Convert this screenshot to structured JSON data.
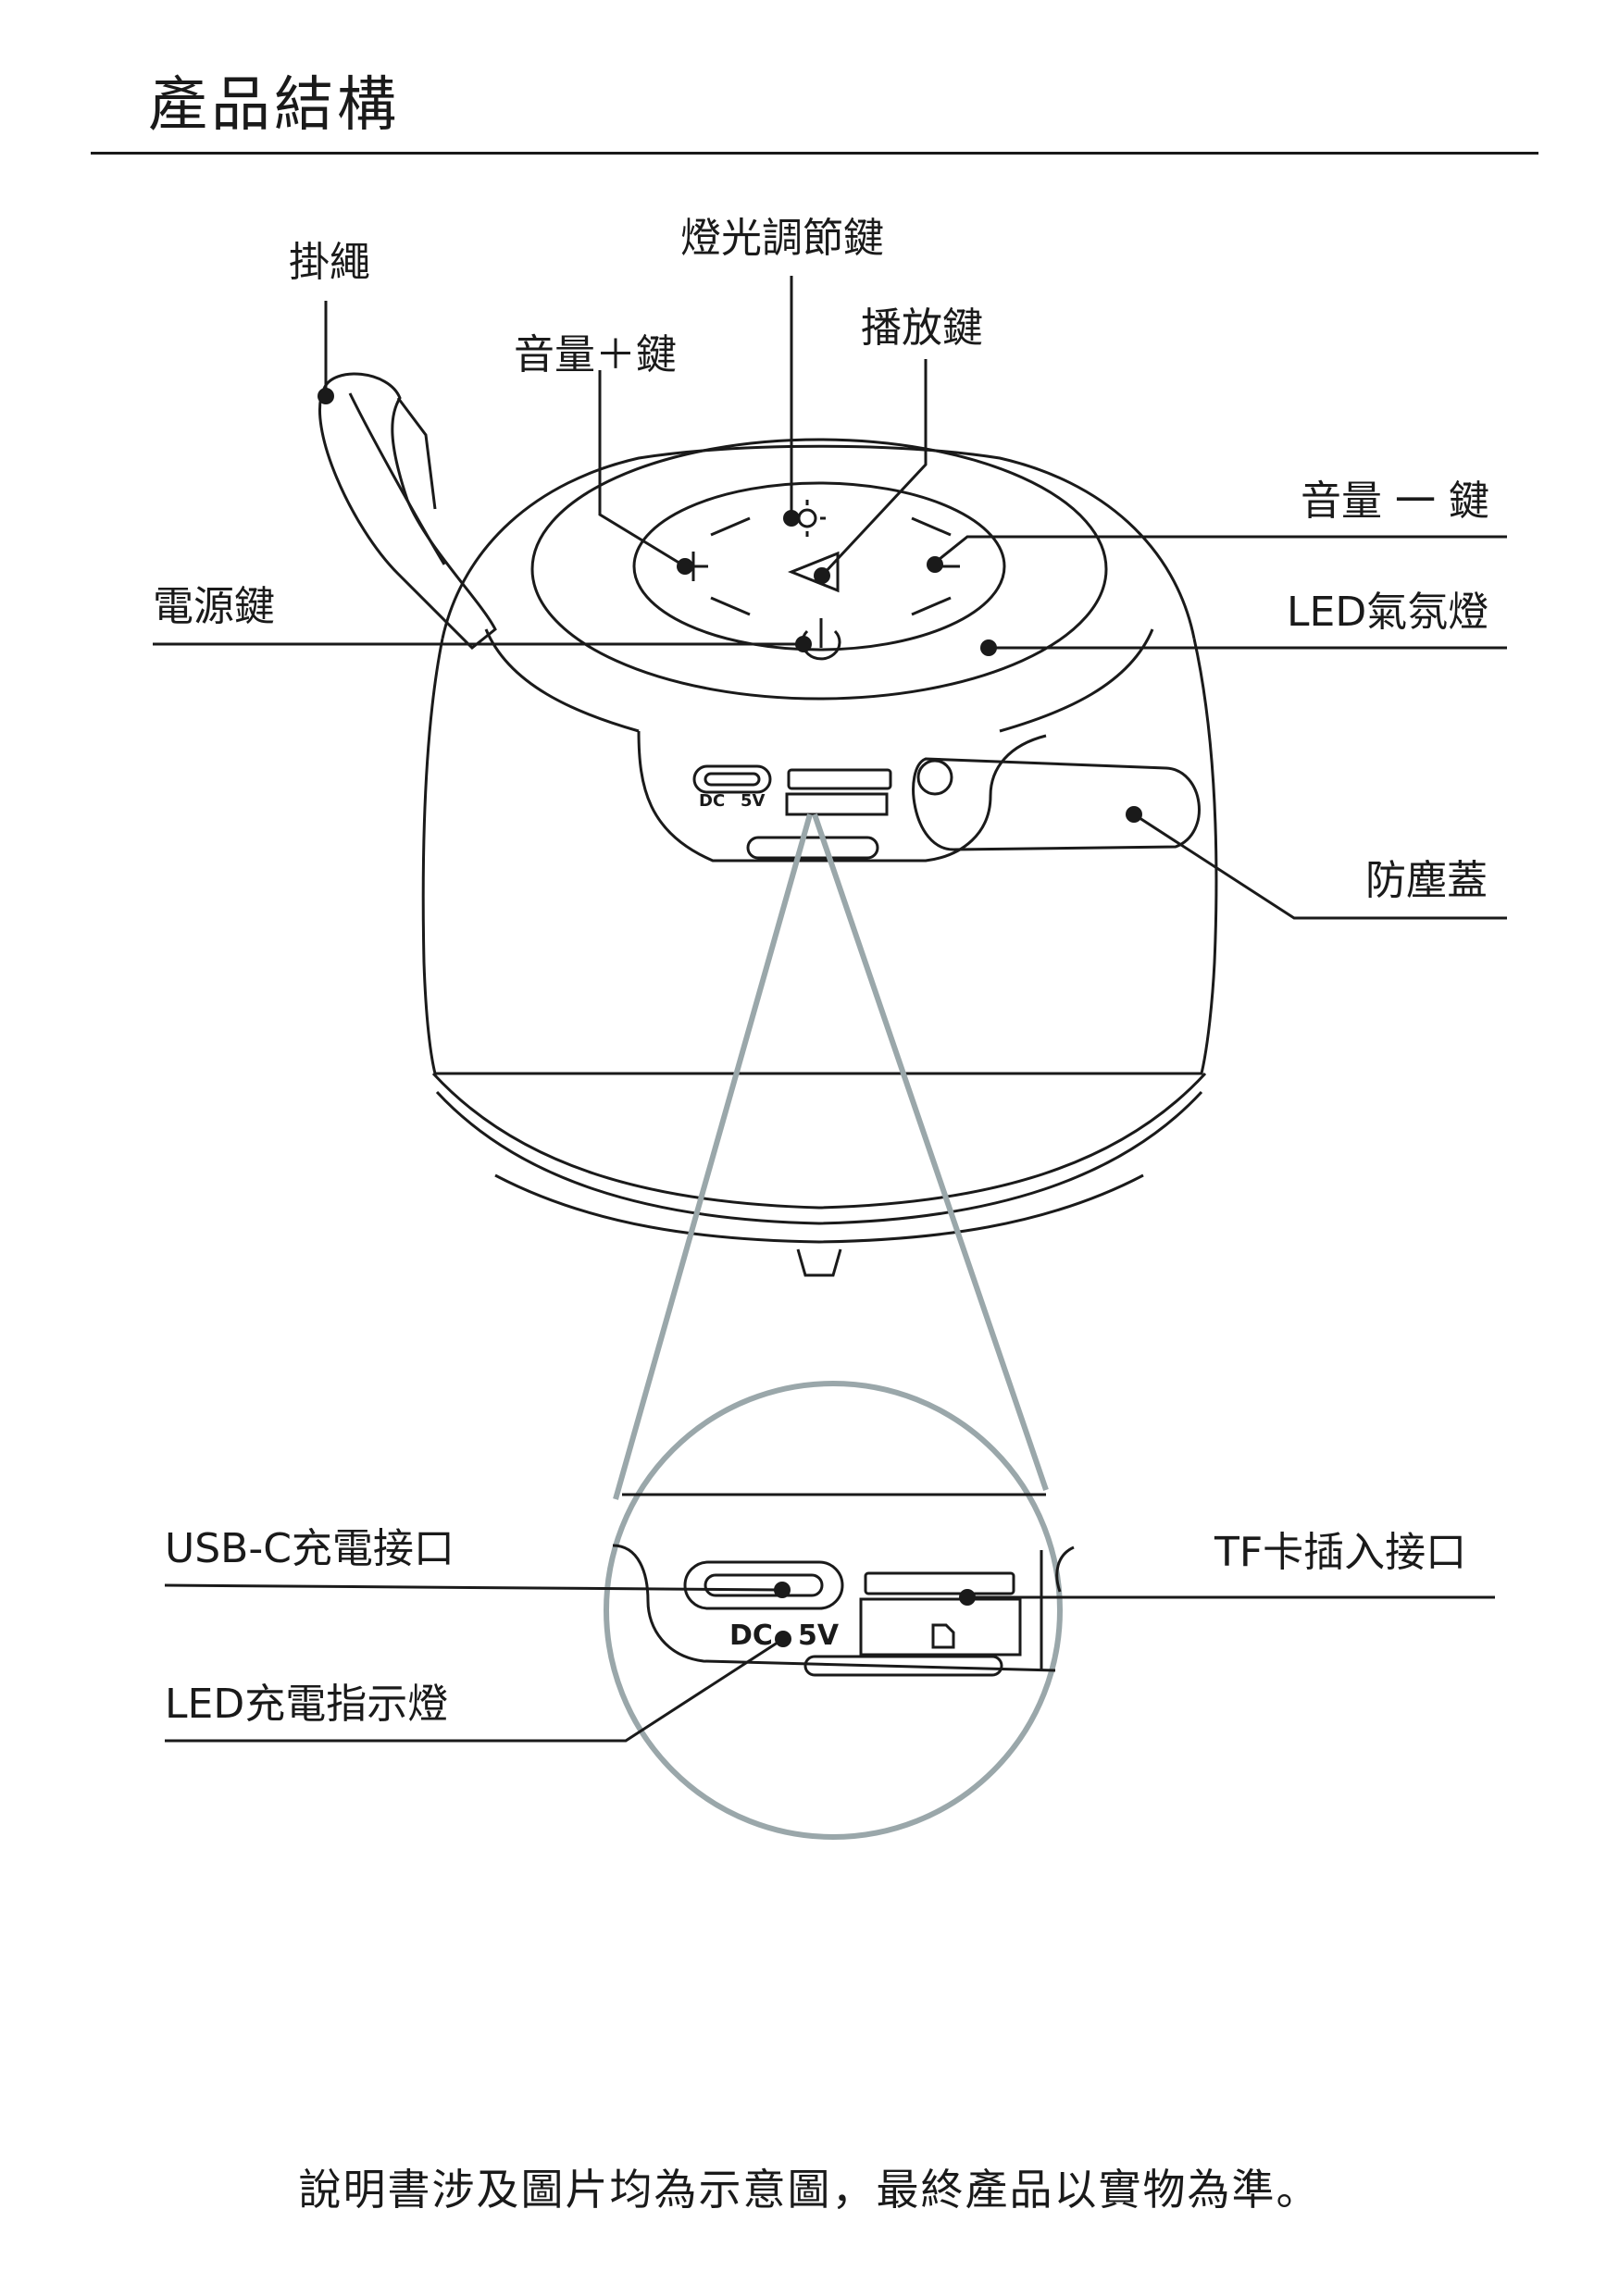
{
  "page": {
    "title": "產品結構",
    "footer": "說明書涉及圖片均為示意圖，最終產品以實物為準。"
  },
  "labels": {
    "lanyard": "掛繩",
    "light_button": "燈光調節鍵",
    "vol_up": "音量＋鍵",
    "play": "播放鍵",
    "vol_down": "音量 一 鍵",
    "power": "電源鍵",
    "led_ambient": "LED氣氛燈",
    "dust_cover": "防塵蓋",
    "usb_c": "USB-C充電接口",
    "tf_card": "TF卡插入接口",
    "led_charge": "LED充電指示燈"
  },
  "port_markings": {
    "dc": "DC",
    "volt": "5V"
  },
  "icons": [
    "plus-icon",
    "minus-icon",
    "sun-icon",
    "play-icon",
    "power-icon",
    "sd-card-icon"
  ],
  "colors": {
    "line": "#1a1a1a",
    "zoom": "#9aa7aa"
  }
}
